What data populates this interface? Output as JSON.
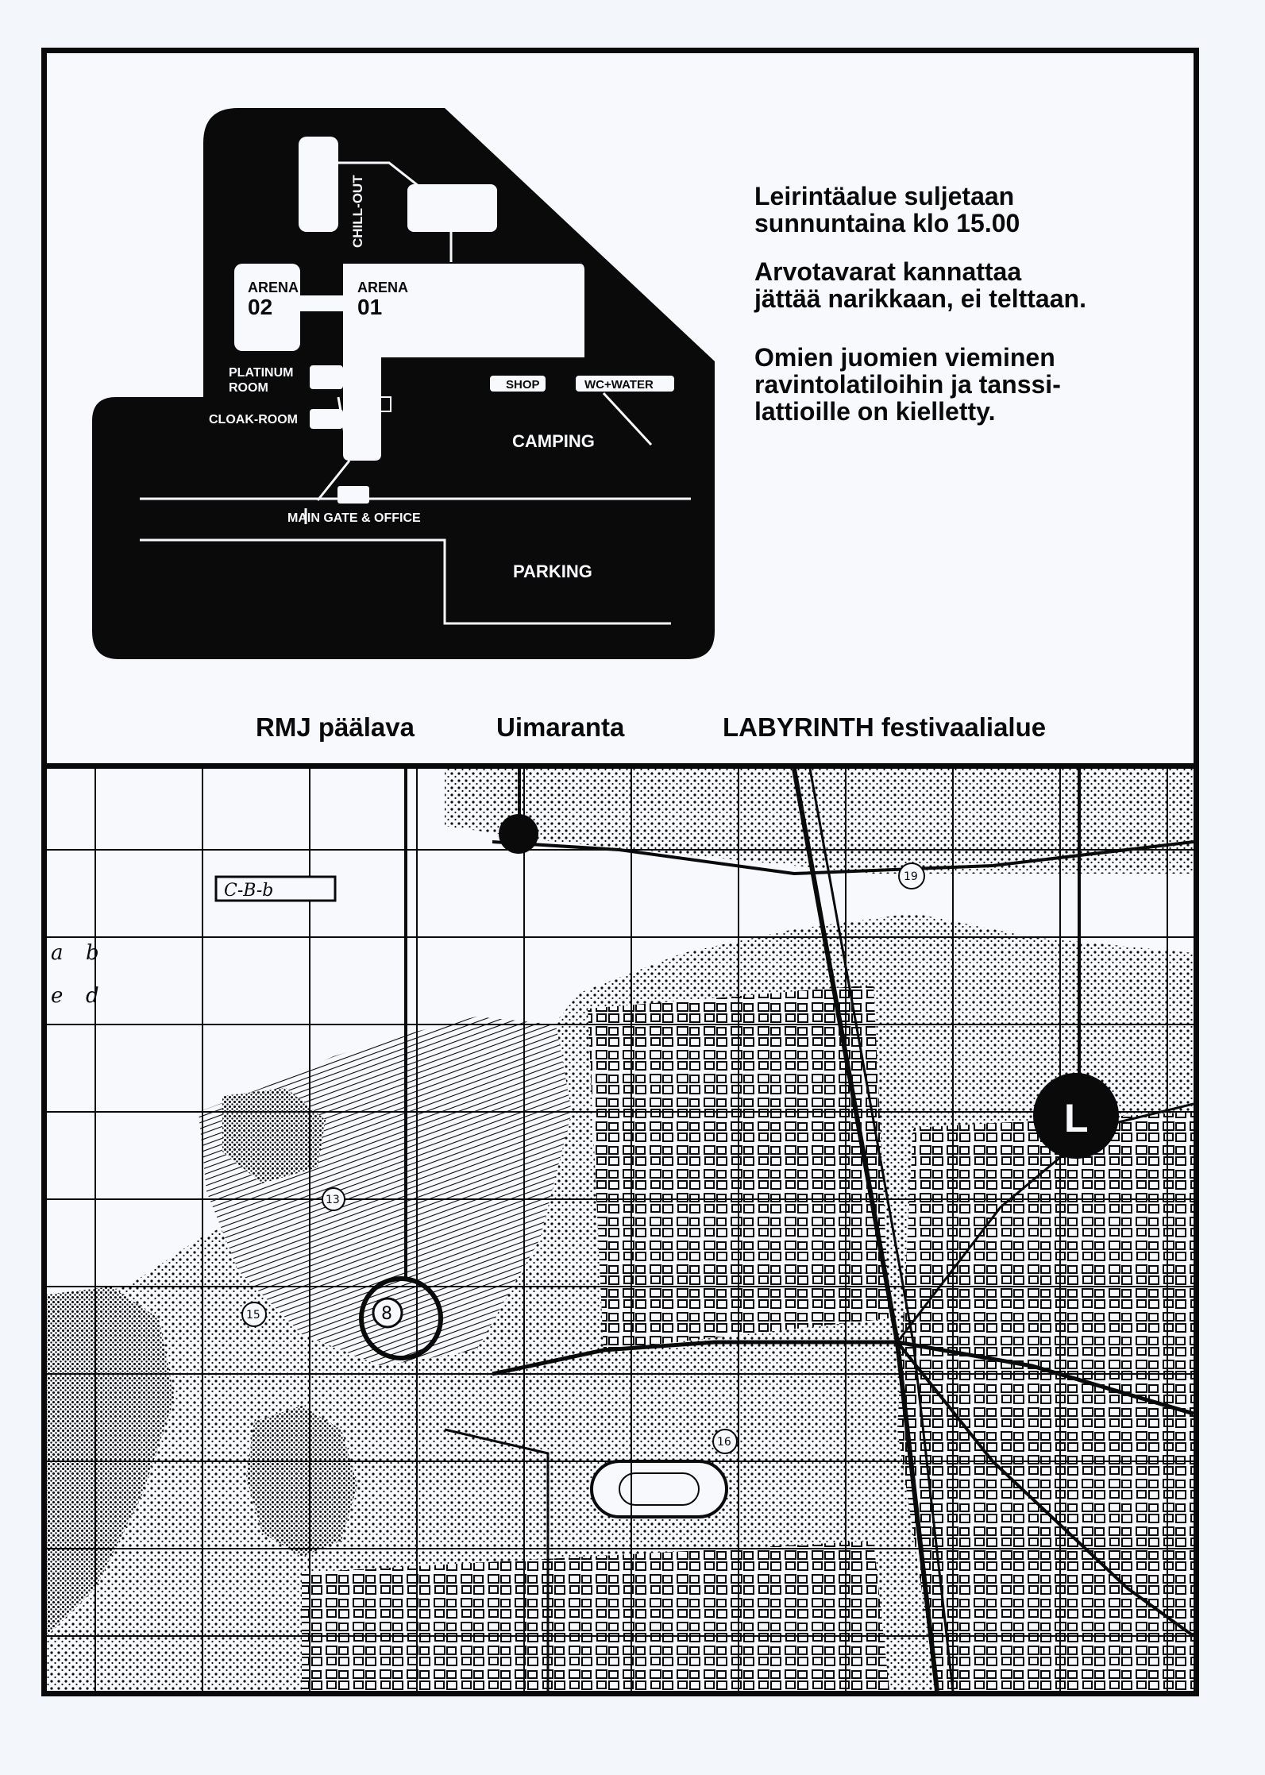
{
  "plan": {
    "chill_out": "CHILL-OUT",
    "arena_02": {
      "line1": "ARENA",
      "line2": "02"
    },
    "arena_01": {
      "line1": "ARENA",
      "line2": "01"
    },
    "platinum_room": {
      "line1": "PLATINUM",
      "line2": "ROOM"
    },
    "cloak_room": "CLOAK-ROOM",
    "shop": "SHOP",
    "wc_water": "WC+WATER",
    "camping": "CAMPING",
    "main_gate": "MAIN GATE & OFFICE",
    "parking": "PARKING"
  },
  "notes": {
    "closing": [
      "Leirintäalue suljetaan",
      "sunnuntaina klo 15.00"
    ],
    "valuables": [
      "Arvotavarat kannattaa",
      "jättää narikkaan, ei telttaan."
    ],
    "drinks": [
      "Omien juomien vieminen",
      "ravintolatiloihin ja tanssi-",
      "lattioille on kielletty."
    ]
  },
  "map_labels": {
    "main_stage": "RMJ päälava",
    "beach": "Uimaranta",
    "festival_area": "LABYRINTH festivaalialue"
  },
  "map": {
    "festival_marker": "L",
    "grid_note": "C-B-b",
    "corner_letters": [
      "a",
      "b",
      "e",
      "d"
    ],
    "numbers": [
      "19",
      "13",
      "15",
      "16",
      "8"
    ]
  },
  "colors": {
    "ink": "#0a0a0a",
    "paper": "#f7f9fc"
  }
}
